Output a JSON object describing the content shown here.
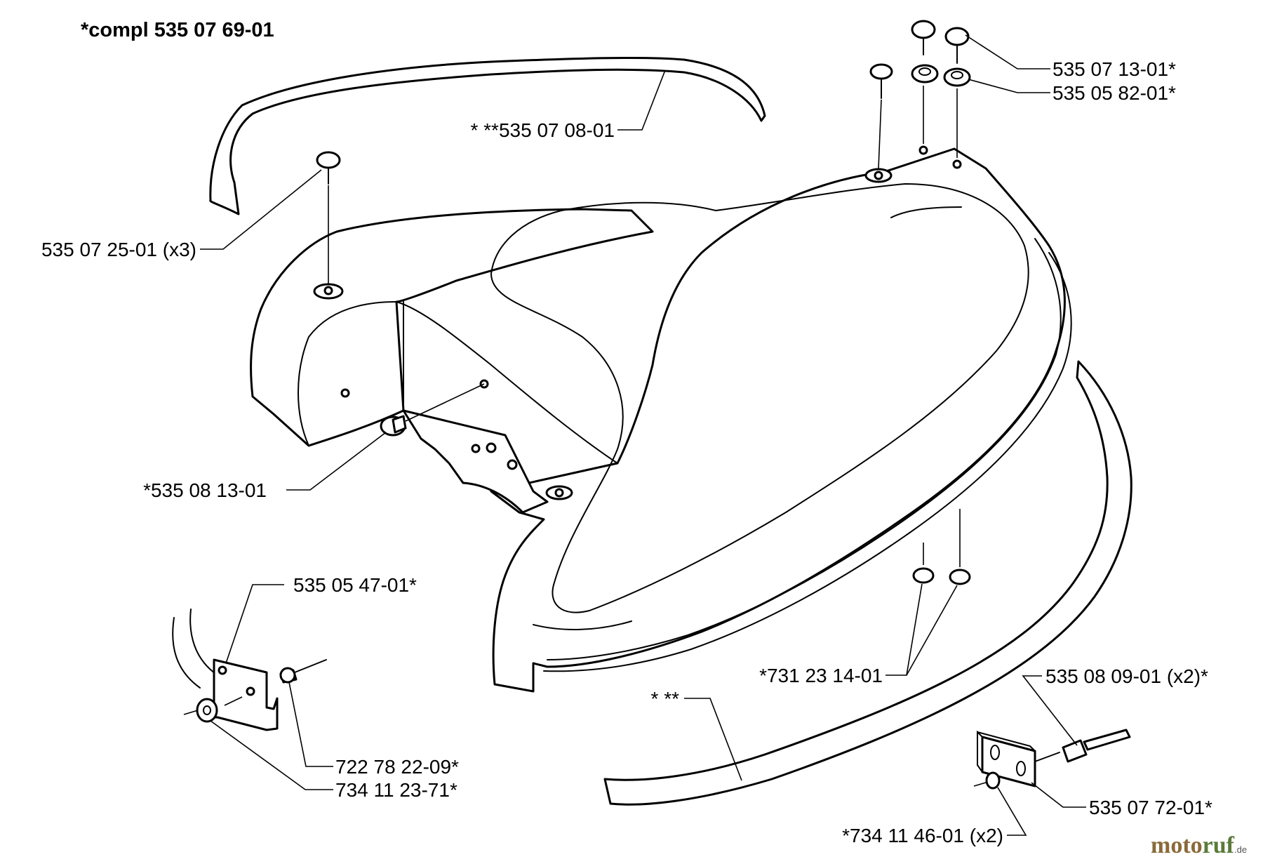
{
  "title": "*compl 535 07 69-01",
  "labels": {
    "p_535_07_13_01": "535 07 13-01*",
    "p_535_05_82_01": "535 05 82-01*",
    "p_535_07_08_01": "* **535 07 08-01",
    "p_535_07_25_01": "535 07 25-01 (x3)",
    "p_535_08_13_01": "*535 08 13-01",
    "p_535_05_47_01": "535 05 47-01*",
    "p_722_78_22_09": "722 78 22-09*",
    "p_734_11_23_71": "734 11 23-71*",
    "p_731_23_14_01": "*731 23 14-01",
    "p_star_starstar": "* **",
    "p_535_08_09_01": "535 08 09-01 (x2)*",
    "p_535_07_72_01": "535 07 72-01*",
    "p_734_11_46_01": "*734 11 46-01 (x2)"
  },
  "watermark": {
    "part1": "moto",
    "part2": "ruf",
    "suffix": ".de"
  }
}
